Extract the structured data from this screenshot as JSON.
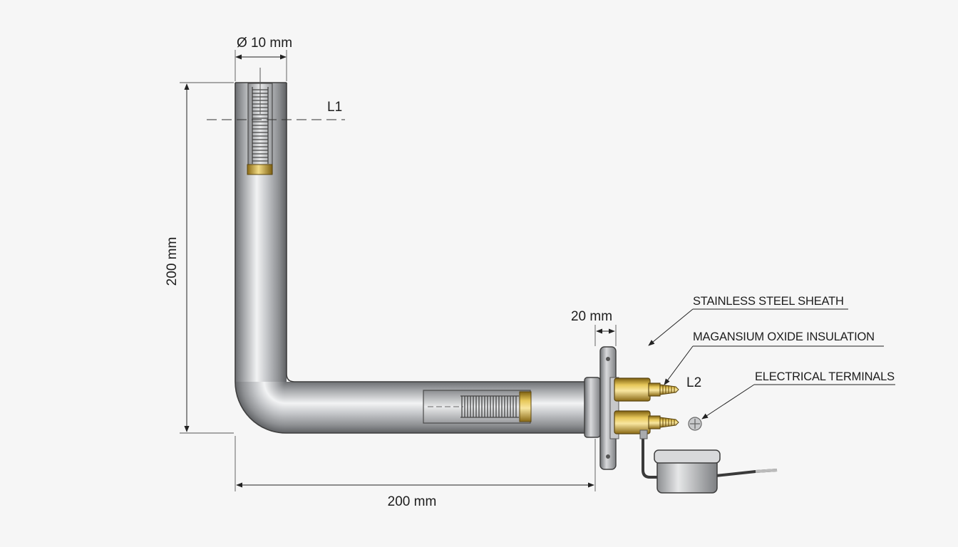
{
  "diagram": {
    "dimensions": {
      "diameter": "Ø 10 mm",
      "vertical_length": "200 mm",
      "horizontal_length": "200 mm",
      "flange_width": "20 mm"
    },
    "markers": {
      "l1": "L1",
      "l2": "L2"
    },
    "callouts": {
      "sheath": "STAINLESS STEEL SHEATH",
      "insulation": "MAGANSIUM OXIDE INSULATION",
      "terminals": "ELECTRICAL TERMINALS"
    },
    "colors": {
      "steel": "#b4b6b9",
      "brass": "#c9a227",
      "background": "#f6f6f6",
      "cable": "#3a3a3a"
    }
  }
}
